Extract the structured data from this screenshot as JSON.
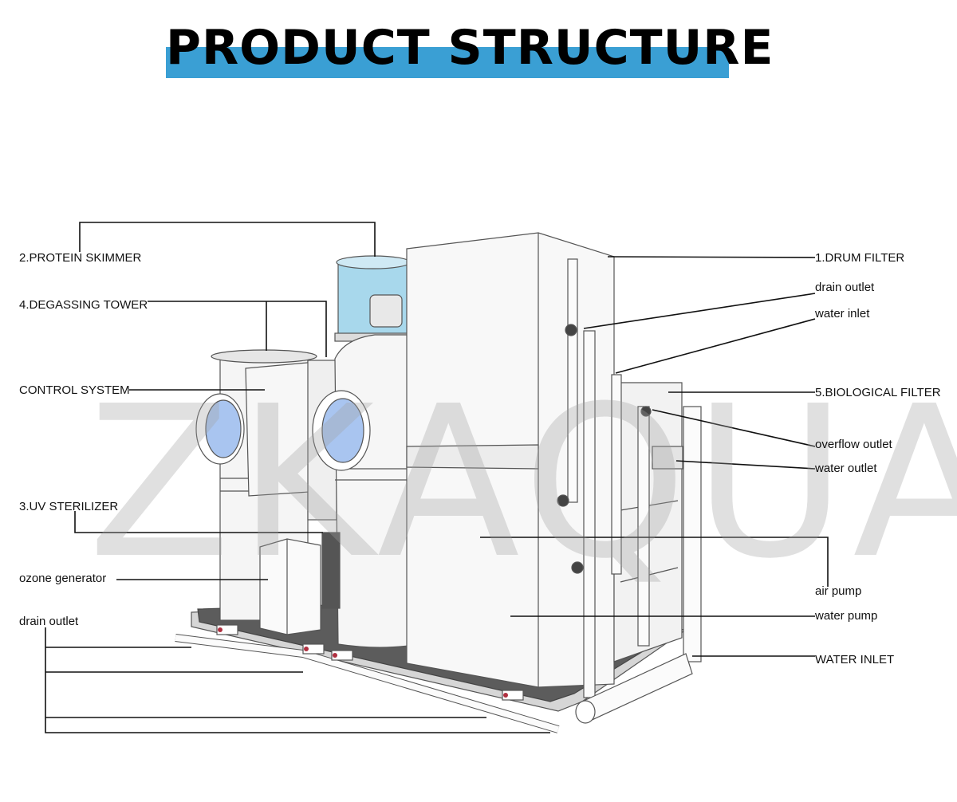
{
  "title": "PRODUCT STRUCTURE",
  "watermark": "ZKAQUA",
  "colors": {
    "title_band": "#3a9fd4",
    "tank": "#f4f4f4",
    "glass": "#a8d8ec",
    "window": "#a9c5f0",
    "valve": "#b03040"
  },
  "labels": {
    "left": {
      "protein_skimmer": "2.PROTEIN SKIMMER",
      "degassing_tower": "4.DEGASSING TOWER",
      "control_system": "CONTROL SYSTEM",
      "uv_sterilizer": "3.UV STERILIZER",
      "ozone_generator": "ozone generator",
      "drain_outlet": "drain outlet"
    },
    "right": {
      "drum_filter": "1.DRUM FILTER",
      "drain_outlet": "drain outlet",
      "water_inlet": "water inlet",
      "biological_filter": "5.BIOLOGICAL FILTER",
      "overflow_outlet": "overflow outlet",
      "water_outlet": "water outlet",
      "air_pump": "air pump",
      "water_pump": "water pump",
      "water_inlet_main": "WATER INLET"
    }
  }
}
